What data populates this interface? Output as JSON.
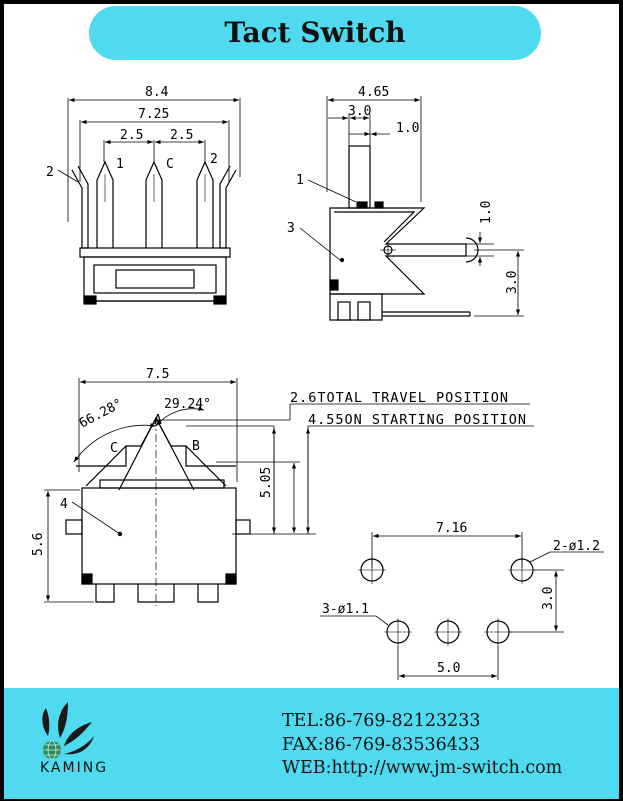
{
  "header": {
    "title": "Tact Switch"
  },
  "front_view": {
    "dim_overall": "8.4",
    "dim_inner": "7.25",
    "dim_pitch_left": "2.5",
    "dim_pitch_right": "2.5",
    "pin_left": "1",
    "pin_center": "C",
    "pin_right": "2",
    "callout_side": "2"
  },
  "side_view": {
    "dim_width": "4.65",
    "dim_stem": "3.0",
    "dim_stem_off": "1.0",
    "dim_lever_h": "1.0",
    "dim_lever_drop": "3.0",
    "callout_stem": "1",
    "callout_body": "3"
  },
  "top_view": {
    "dim_width": "7.5",
    "angle_left": "66.28°",
    "angle_right": "29.24°",
    "point_a": "A",
    "point_b": "B",
    "point_c": "C",
    "travel_label": "2.6TOTAL TRAVEL POSITION",
    "force_label": "4.55ON STARTING POSITION",
    "dim_505": "5.05",
    "dim_height": "5.6",
    "callout_body": "4"
  },
  "pcb_layout": {
    "dim_716": "7.16",
    "dim_hole12": "2-ø1.2",
    "dim_hole11": "3-ø1.1",
    "dim_30": "3.0",
    "dim_50": "5.0"
  },
  "footer": {
    "brand": "KAMING",
    "tel": "TEL:86-769-82123233",
    "fax": "FAX:86-769-83536433",
    "web": "WEB:http://www.jm-switch.com"
  },
  "colors": {
    "banner": "#4fdaf0",
    "background": "#000000",
    "sheet": "#ffffff",
    "logo_dark": "#1a1a1a",
    "logo_globe": "#2e8b57"
  }
}
